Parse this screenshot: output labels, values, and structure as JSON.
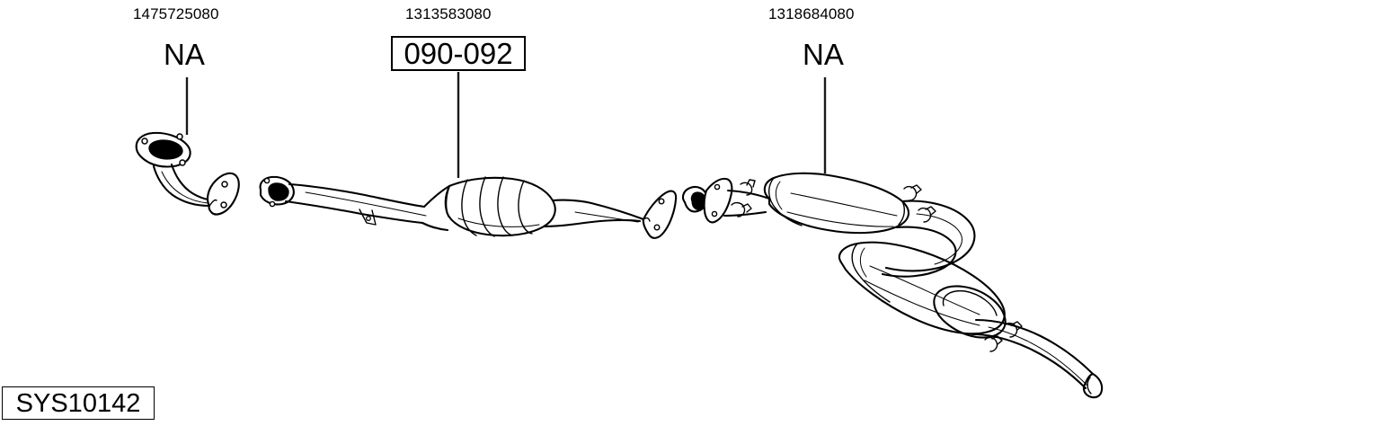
{
  "diagram": {
    "title": "SYS10142",
    "type": "exhaust-system-parts-diagram",
    "system_code_label": "SYS10142",
    "components": [
      {
        "id": "front-pipe",
        "part_number": "1475725080",
        "status_label": "NA",
        "boxed": false,
        "description": "front exhaust down pipe with triangular flange"
      },
      {
        "id": "catalytic-converter-pipe",
        "part_number": "1313583080",
        "status_label": "090-092",
        "boxed": true,
        "description": "centre pipe with catalytic converter"
      },
      {
        "id": "rear-silencer-assembly",
        "part_number": "1318684080",
        "status_label": "NA",
        "boxed": false,
        "description": "middle and rear silencer with tail pipe"
      }
    ]
  },
  "colors": {
    "line": "#000000",
    "background": "#ffffff",
    "leader": "#1a1a1a"
  }
}
